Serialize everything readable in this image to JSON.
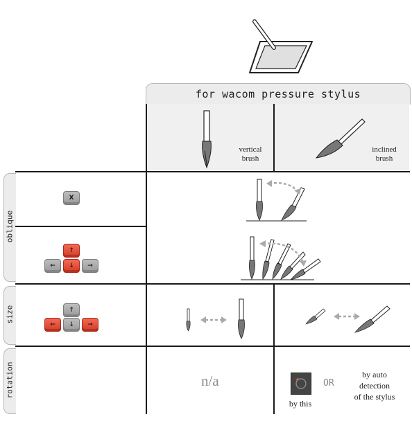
{
  "header": {
    "title": "for wacom pressure stylus"
  },
  "columns": {
    "vertical": {
      "line1": "vertical",
      "line2": "brush"
    },
    "inclined": {
      "line1": "inclined",
      "line2": "brush"
    }
  },
  "rows": {
    "oblique": {
      "label": "oblique"
    },
    "size": {
      "label": "size"
    },
    "rotation": {
      "label": "rotation"
    }
  },
  "keys": {
    "x_key": "X",
    "arrow_up": "↑",
    "arrow_down": "↓",
    "arrow_left": "←",
    "arrow_right": "→"
  },
  "rotation": {
    "na": "n/a",
    "or": "OR",
    "by_this": "by this",
    "auto_line1": "by auto",
    "auto_line2": "detection",
    "auto_line3": "of the stylus"
  },
  "colors": {
    "grid": "#1a1a1a",
    "arrow": "#aaaaaa",
    "key_red": "#e04a33",
    "key_gray": "#a8a8a8",
    "panel": "#f0f0f0"
  }
}
